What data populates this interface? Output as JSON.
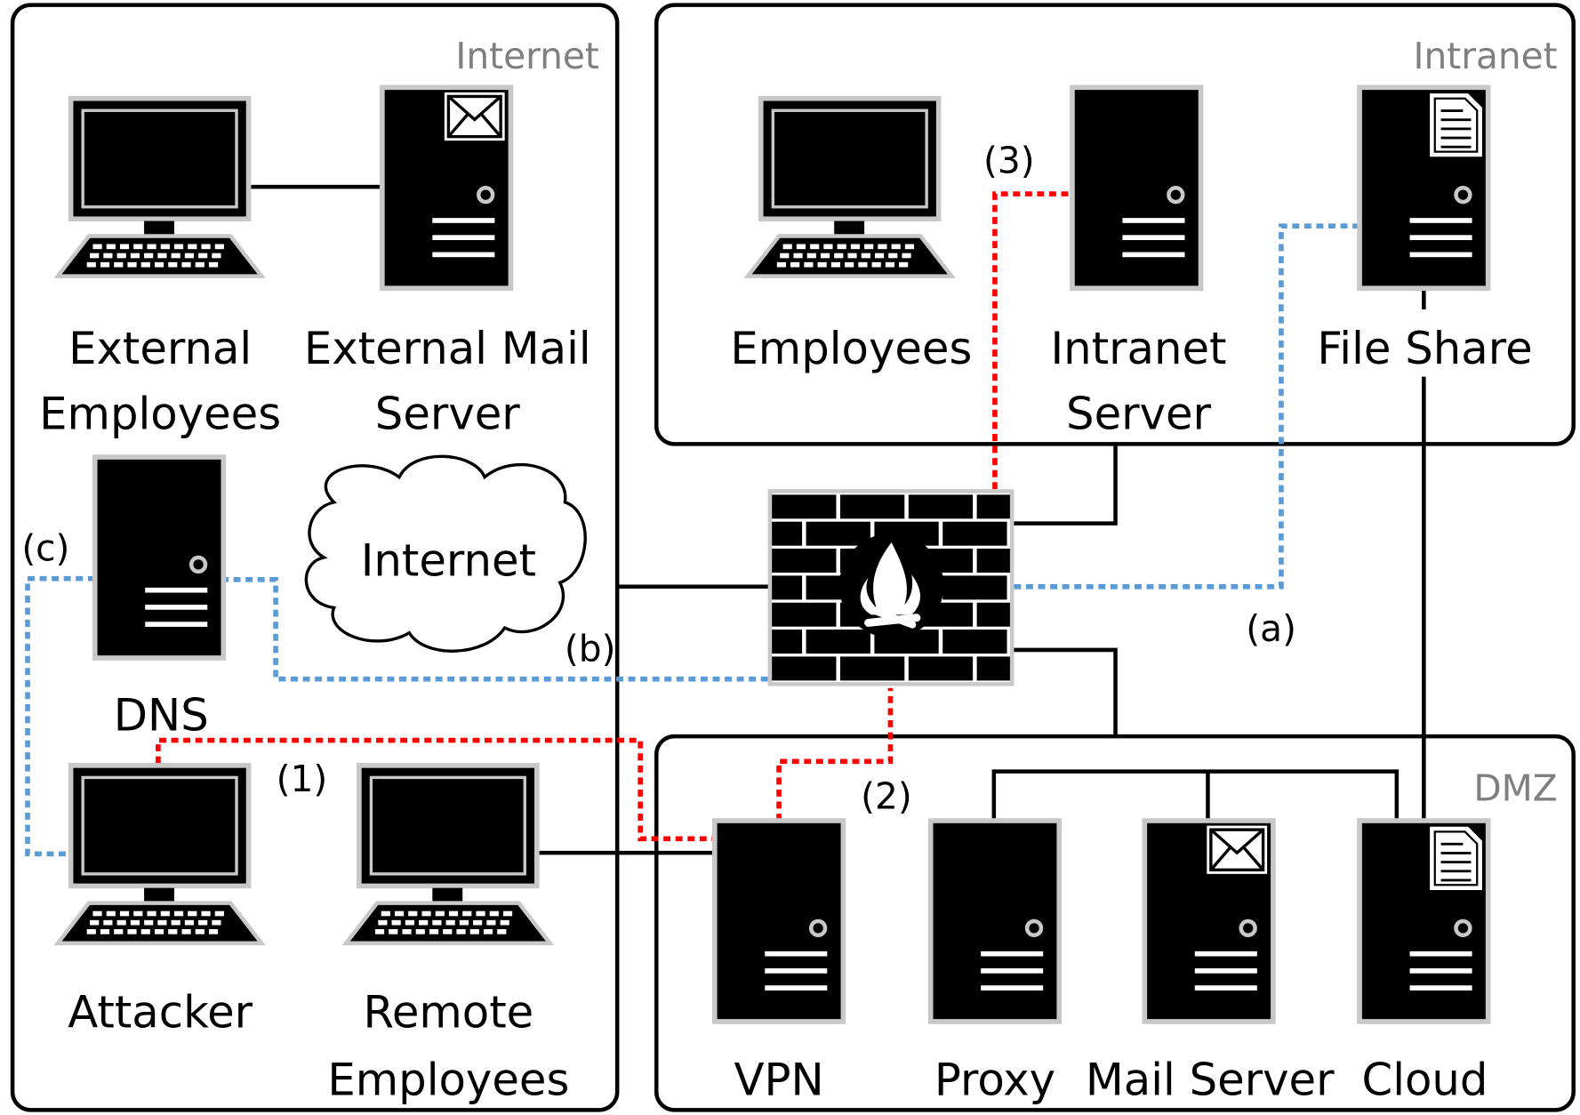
{
  "zones": {
    "internet": "Internet",
    "intranet": "Intranet",
    "dmz": "DMZ"
  },
  "nodes": {
    "external_employees": [
      "External",
      "Employees"
    ],
    "external_mail_server": [
      "External Mail",
      "Server"
    ],
    "employees": [
      "Employees"
    ],
    "intranet_server": [
      "Intranet",
      "Server"
    ],
    "file_share": [
      "File Share"
    ],
    "dns": [
      "DNS"
    ],
    "internet_cloud": "Internet",
    "attacker": [
      "Attacker"
    ],
    "remote_employees": [
      "Remote",
      "Employees"
    ],
    "vpn": [
      "VPN"
    ],
    "proxy": [
      "Proxy"
    ],
    "mail_server": [
      "Mail Server"
    ],
    "cloud": [
      "Cloud"
    ]
  },
  "path_markers": {
    "p1": "(1)",
    "p2": "(2)",
    "p3": "(3)",
    "pa": "(a)",
    "pb": "(b)",
    "pc": "(c)"
  },
  "colors": {
    "attack_path": "#ff0000",
    "dns_path": "#5b9bd5",
    "zone_label": "#7f7f7f",
    "icon_border": "#c8c8c8"
  }
}
